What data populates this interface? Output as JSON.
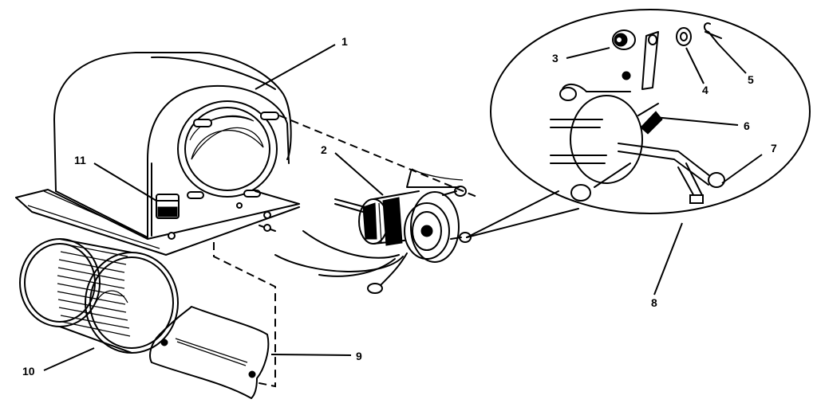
{
  "callouts": [
    {
      "id": "1",
      "label": "1"
    },
    {
      "id": "2",
      "label": "2"
    },
    {
      "id": "3",
      "label": "3"
    },
    {
      "id": "4",
      "label": "4"
    },
    {
      "id": "5",
      "label": "5"
    },
    {
      "id": "6",
      "label": "6"
    },
    {
      "id": "7",
      "label": "7"
    },
    {
      "id": "8",
      "label": "8"
    },
    {
      "id": "9",
      "label": "9"
    },
    {
      "id": "10",
      "label": "10"
    },
    {
      "id": "11",
      "label": "11"
    }
  ],
  "colors": {
    "line": "#000000",
    "background": "#ffffff"
  }
}
